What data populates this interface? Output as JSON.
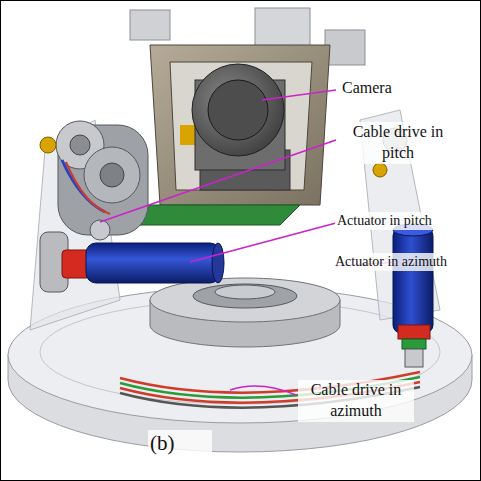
{
  "diagram": {
    "labels": [
      "Camera",
      "Cable drive in pitch",
      "Actuator in pitch",
      "Actuator in azimuth",
      "Cable drive in azimuth",
      "(b)"
    ]
  }
}
